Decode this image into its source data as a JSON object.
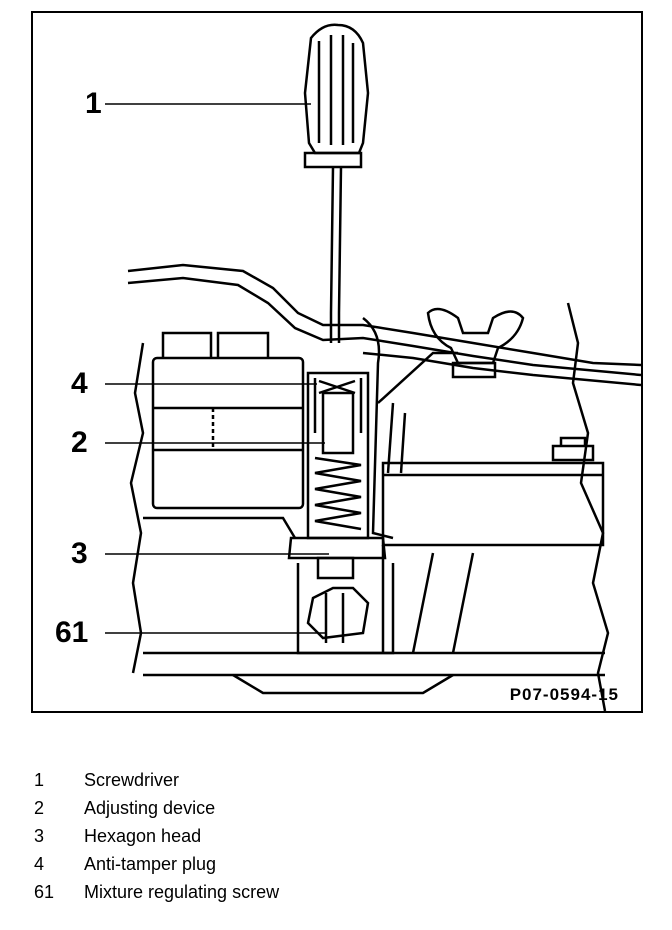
{
  "diagram": {
    "figure_code": "P07-0594-15",
    "callouts": [
      {
        "id": "1"
      },
      {
        "id": "4"
      },
      {
        "id": "2"
      },
      {
        "id": "3"
      },
      {
        "id": "61"
      }
    ]
  },
  "legend": [
    {
      "num": "1",
      "text": "Screwdriver"
    },
    {
      "num": "2",
      "text": "Adjusting device"
    },
    {
      "num": "3",
      "text": "Hexagon head"
    },
    {
      "num": "4",
      "text": "Anti-tamper plug"
    },
    {
      "num": "61",
      "text": "Mixture regulating screw"
    }
  ]
}
